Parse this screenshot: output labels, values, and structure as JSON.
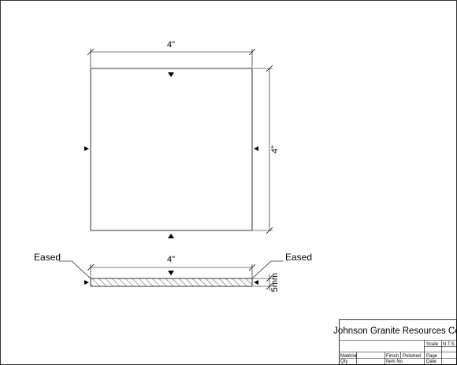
{
  "drawing": {
    "top_view": {
      "width_label": "4\"",
      "height_label": "4\""
    },
    "side_view": {
      "width_label": "4\"",
      "thickness_label": "5mm",
      "left_edge_label": "Eased",
      "right_edge_label": "Eased"
    }
  },
  "title_block": {
    "company": "Johnson Granite Resources Co.",
    "scale_label": "Scale",
    "scale_value": "N.T.S.",
    "material_label": "Matérial",
    "finish_label": "Finish",
    "finish_value": "Polished",
    "page_label": "Page",
    "qty_label": "Qty",
    "item_no_label": "Item No",
    "date_label": "Date"
  }
}
